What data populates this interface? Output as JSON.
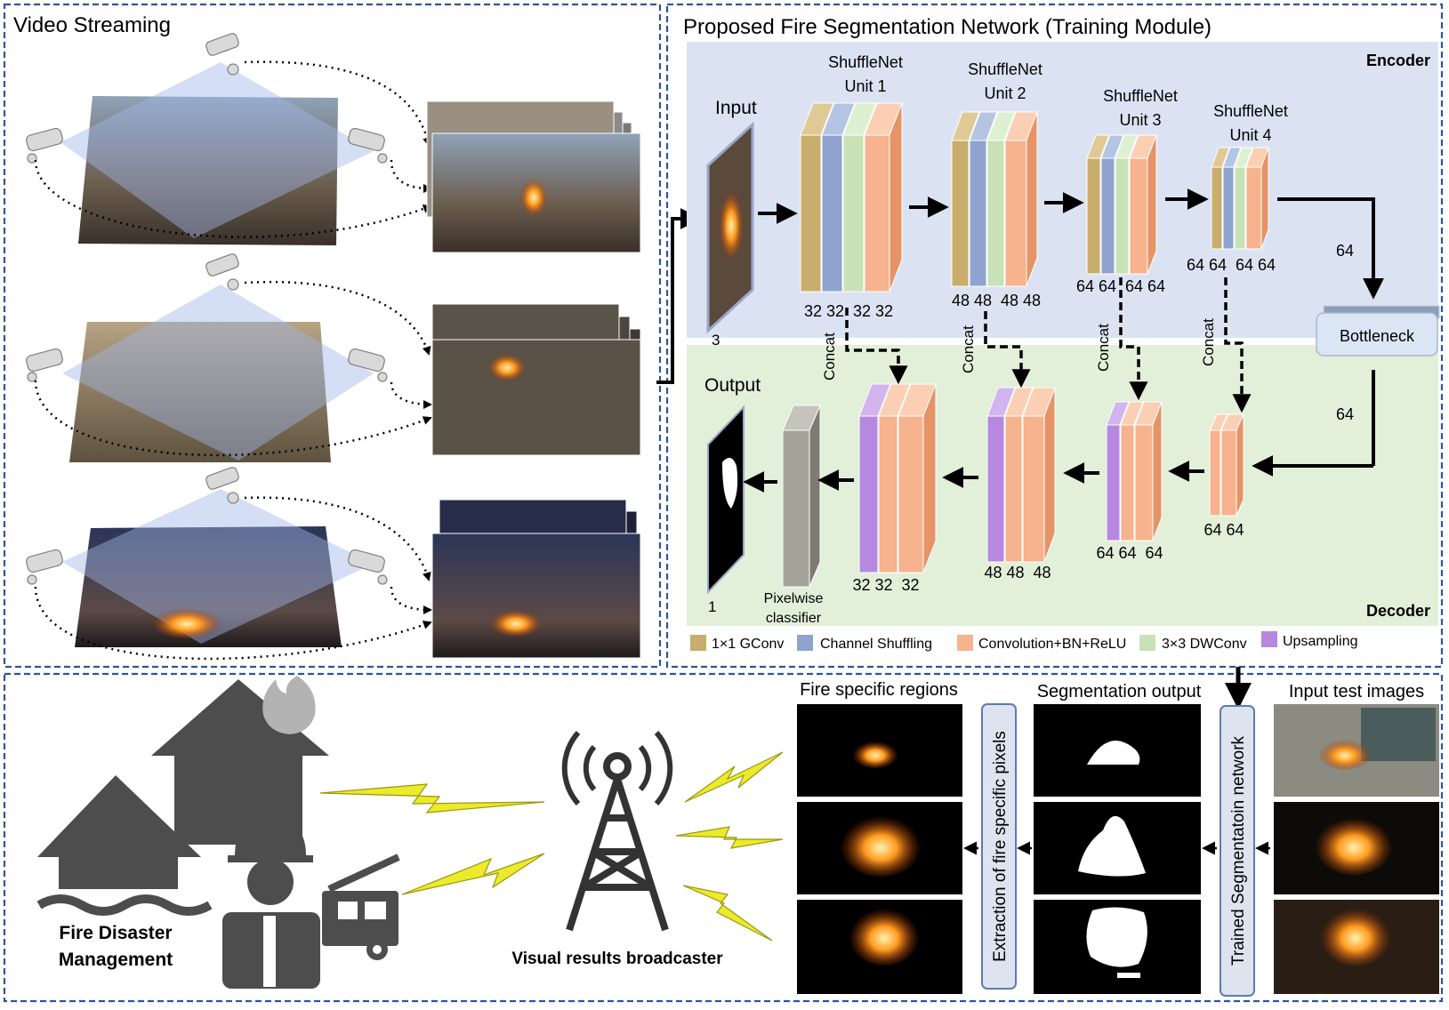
{
  "panels": {
    "video": "Video Streaming",
    "network": "Proposed Fire Segmentation Network (Training Module)",
    "encoder": "Encoder",
    "decoder": "Decoder"
  },
  "network": {
    "input_label": "Input",
    "input_channels": "3",
    "output_label": "Output",
    "output_channels": "1",
    "bottleneck": "Bottleneck",
    "bottleneck_in": "64",
    "bottleneck_out": "64",
    "concat": "Concat",
    "units": [
      {
        "line1": "ShuffleNet",
        "line2": "Unit 1",
        "channels": "32 32  32 32"
      },
      {
        "line1": "ShuffleNet",
        "line2": "Unit 2",
        "channels": "48 48  48 48"
      },
      {
        "line1": "ShuffleNet",
        "line2": "Unit 3",
        "channels": "64 64  64 64"
      },
      {
        "line1": "ShuffleNet",
        "line2": "Unit 4",
        "channels": "64 64  64 64"
      }
    ],
    "decoder_blocks": [
      {
        "channels": "32 32  32"
      },
      {
        "channels": "48 48  48"
      },
      {
        "channels": "64 64  64"
      },
      {
        "channels": "64 64"
      }
    ],
    "classifier_line1": "Pixelwise",
    "classifier_line2": "classifier"
  },
  "legend": [
    {
      "label": "1×1 GConv",
      "color": "#c9ad6c"
    },
    {
      "label": "Channel Shuffling",
      "color": "#8ea4cf"
    },
    {
      "label": "Convolution+BN+ReLU",
      "color": "#f6b38e"
    },
    {
      "label": "3×3 DWConv",
      "color": "#c8e2b6"
    },
    {
      "label": "Upsampling",
      "color": "#b788e0"
    }
  ],
  "bottom": {
    "fire_regions": "Fire specific regions",
    "segmentation_output": "Segmentation output",
    "input_test_images": "Input test images",
    "extraction": "Extraction of fire specific pixels",
    "trained_network": "Trained Segmentatoin network",
    "management_line1": "Fire Disaster",
    "management_line2": "Management",
    "broadcaster": "Visual results broadcaster"
  },
  "colors": {
    "encoder_bg": "#dbe3f3",
    "decoder_bg": "#e2efd9",
    "border": "#2f5597",
    "icon_gray": "#4d4d4d",
    "lightning": "#ecea2a"
  }
}
